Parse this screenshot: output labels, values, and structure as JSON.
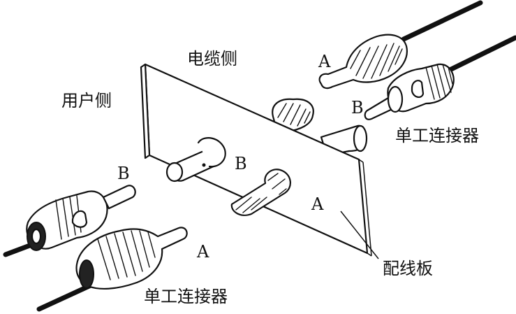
{
  "labels": {
    "cable_side": "电缆侧",
    "user_side": "用户侧",
    "simplex_connector_top": "单工连接器",
    "simplex_connector_bottom": "单工连接器",
    "patch_panel": "配线板",
    "a_top": "A",
    "b_top": "B",
    "b_panel": "B",
    "a_panel": "A",
    "b_left": "B",
    "a_bottom": "A"
  }
}
